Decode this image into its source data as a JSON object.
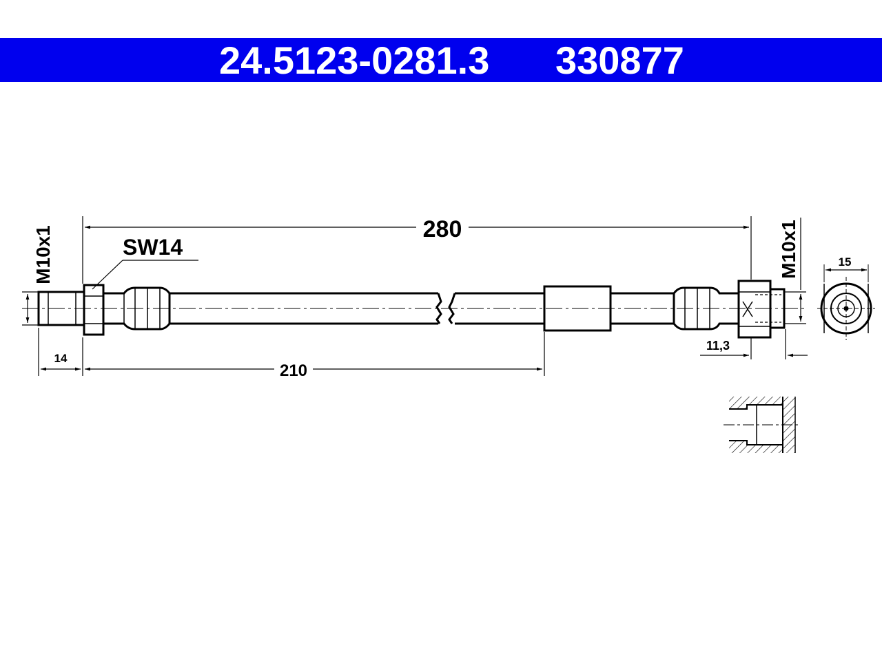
{
  "header": {
    "part_number": "24.5123-0281.3",
    "ref_number": "330877",
    "bar_color": "#0000ee"
  },
  "dimensions": {
    "overall_length": "280",
    "fitting_to_sleeve": "210",
    "thread_length": "14",
    "wrench_size": "SW14",
    "thread_left": "M10x1",
    "thread_right": "M10x1",
    "end_depth": "11,3",
    "end_width": "15"
  }
}
